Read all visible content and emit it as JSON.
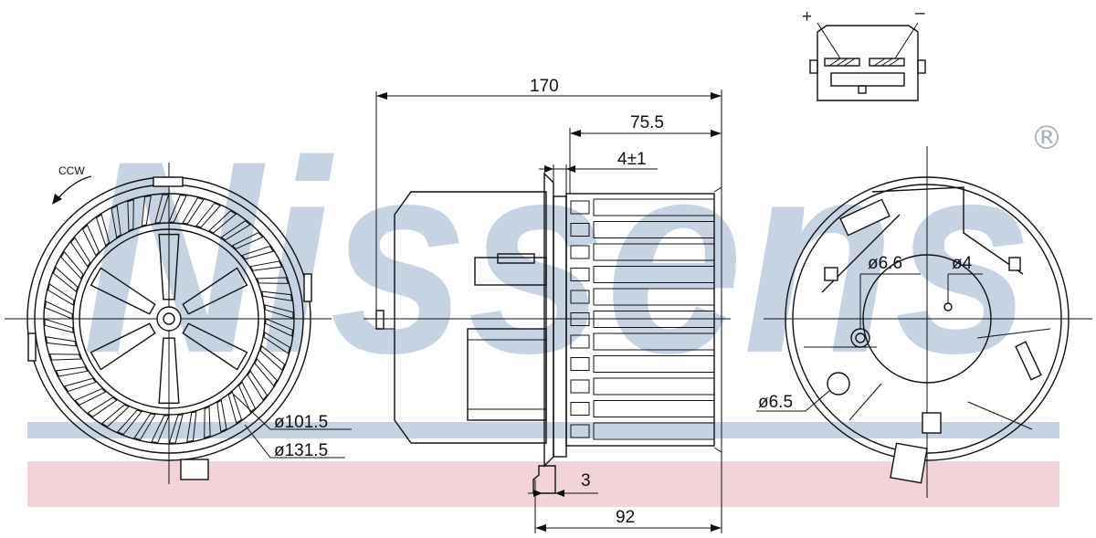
{
  "brand": {
    "watermark_text": "Nissens",
    "registered_mark": "®",
    "colors": {
      "blue": "#c5d3e3",
      "pink": "#f2d3d8",
      "line": "#111111"
    }
  },
  "left_view": {
    "rotation_label": "CCW",
    "dim_inner": "ø101.5",
    "dim_outer": "ø131.5"
  },
  "side_view": {
    "dim_total_length": "170",
    "dim_motor_length": "75.5",
    "dim_flange": "4±1",
    "dim_lip": "3",
    "dim_fan_width": "92"
  },
  "right_view": {
    "dim_hole_a": "ø6.6",
    "dim_hole_b": "ø4",
    "dim_hole_c": "ø6.5"
  },
  "connector": {
    "plus_label": "+",
    "minus_label": "–"
  }
}
